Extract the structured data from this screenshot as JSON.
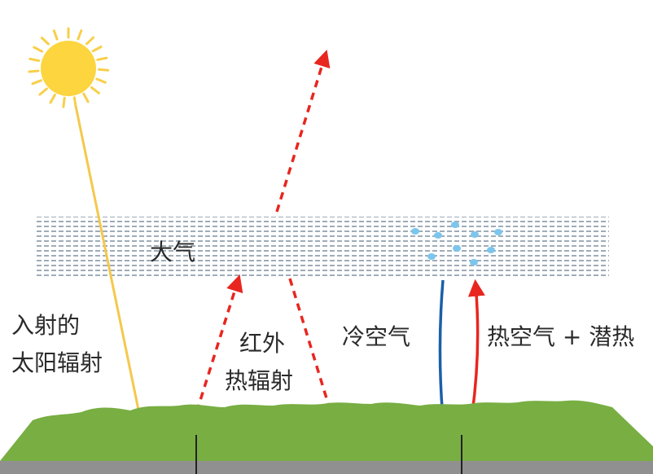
{
  "labels": {
    "atmosphere": "大气",
    "incoming_line1": "入射的",
    "incoming_line2": "太阳辐射",
    "infrared_line1": "红外",
    "infrared_line2": "热辐射",
    "cold_air": "冷空气",
    "hot_air": "热空气 + 潜热"
  },
  "colors": {
    "sun": "#FCD53F",
    "sun_ray": "#F8CF4A",
    "solar_arrow": "#F5C84C",
    "infrared_arrow": "#E8261F",
    "cold_arrow": "#1B5FA8",
    "hot_arrow": "#E8261F",
    "atmosphere_dash": "#9AA8B4",
    "droplet": "#7CC6EE",
    "grass": "#78AE42",
    "ground": "#909090"
  }
}
